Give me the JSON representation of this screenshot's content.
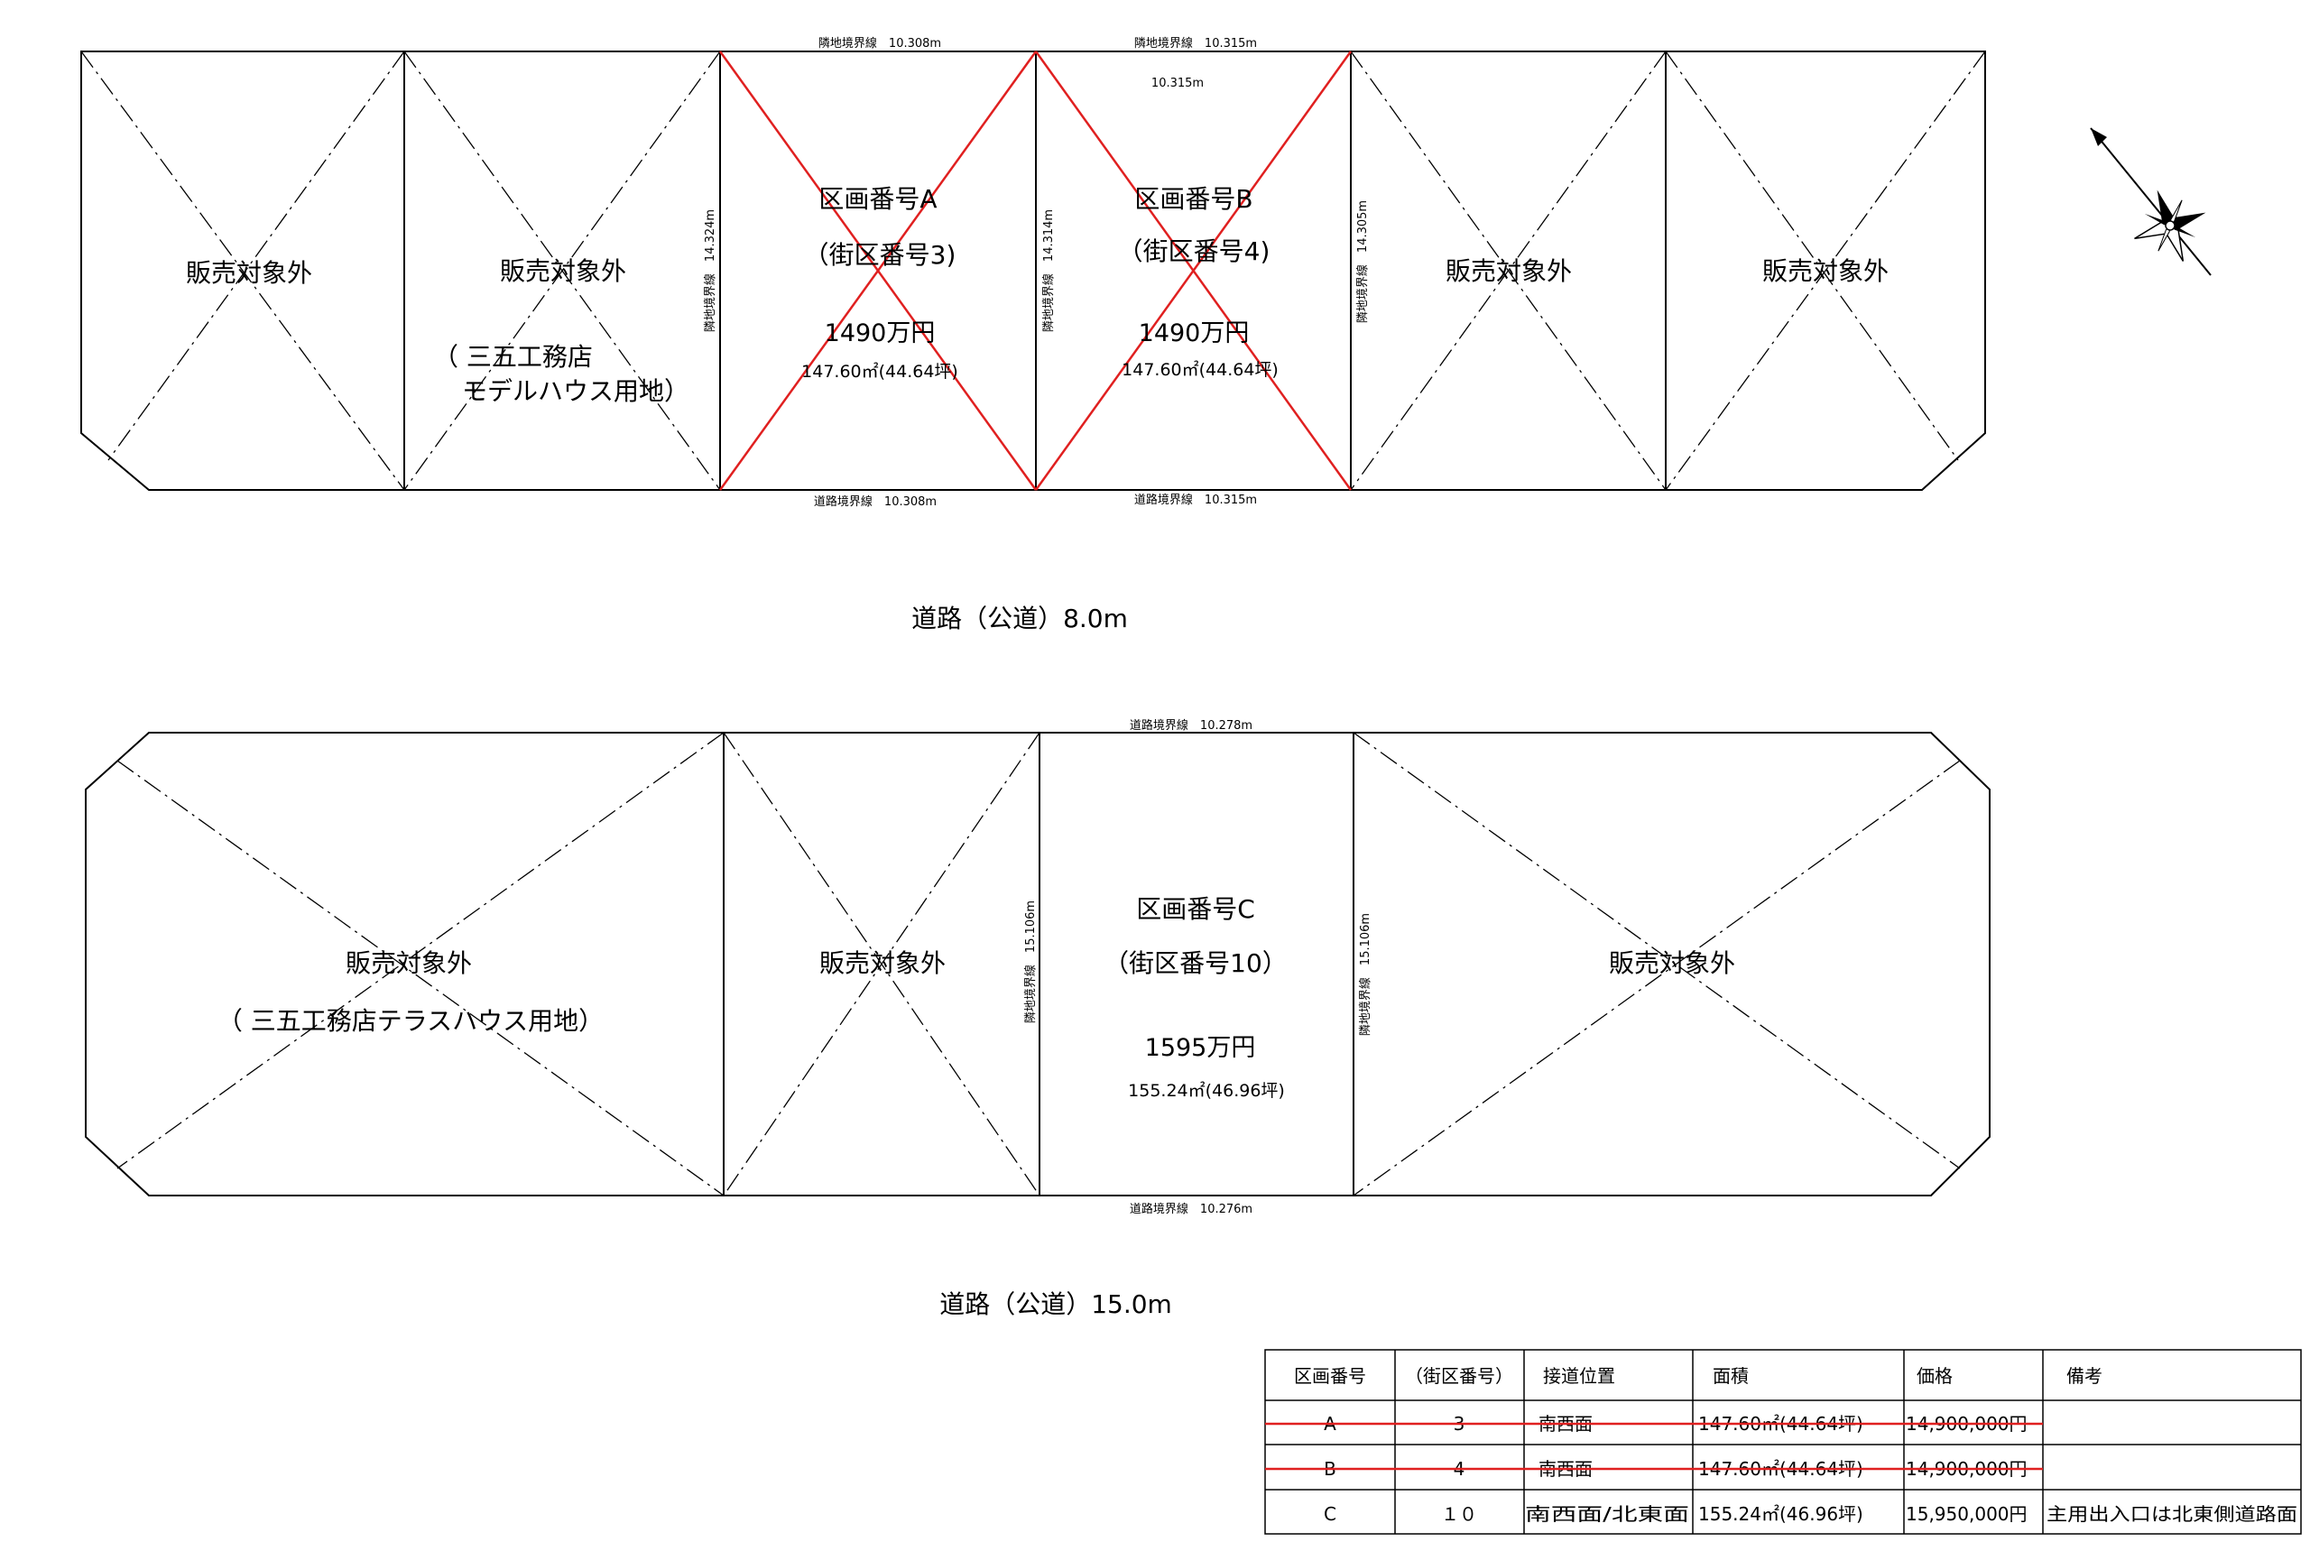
{
  "upper_block": {
    "top_dims": {
      "a": "隣地境界線　10.308m",
      "b": "隣地境界線　10.315m",
      "b_extra": "10.315m"
    },
    "bottom_dims": {
      "a": "道路境界線　10.308m",
      "b": "道路境界線　10.315m"
    },
    "side_dims": {
      "ab": "隣地境界線　14.324m",
      "bb": "隣地境界線　14.314m",
      "bc": "隣地境界線　14.305m"
    },
    "plots": {
      "p1": {
        "name": "販売対象外"
      },
      "p2": {
        "name": "販売対象外",
        "note1": "（ 三五工務店",
        "note2": "モデルハウス用地）"
      },
      "pA": {
        "name": "区画番号A",
        "block": "（街区番号3)",
        "price": "1490万円",
        "area": "147.60㎡(44.64坪)"
      },
      "pB": {
        "name": "区画番号B",
        "block": "（街区番号4)",
        "price": "1490万円",
        "area": "147.60㎡(44.64坪)"
      },
      "p5": {
        "name": "販売対象外"
      },
      "p6": {
        "name": "販売対象外"
      }
    }
  },
  "road_upper": "道路（公道）8.0m",
  "lower_block": {
    "top_dim": "道路境界線　10.278m",
    "bottom_dim": "道路境界線　10.276m",
    "side_dims": {
      "left": "隣地境界線　15.106m",
      "right": "隣地境界線　15.106m"
    },
    "plots": {
      "q1": {
        "name": "販売対象外",
        "note": "（ 三五工務店テラスハウス用地）"
      },
      "q2": {
        "name": "販売対象外"
      },
      "pC": {
        "name": "区画番号C",
        "block": "（街区番号10）",
        "price": "1595万円",
        "area": "155.24㎡(46.96坪)"
      },
      "q4": {
        "name": "販売対象外"
      }
    }
  },
  "road_lower": "道路（公道）15.0m",
  "table": {
    "headers": [
      "区画番号",
      "（街区番号）",
      "接道位置",
      "面積",
      "価格",
      "備考"
    ],
    "rows": [
      {
        "cells": [
          "A",
          "3",
          "南西面",
          "147.60㎡(44.64坪)",
          "14,900,000円",
          ""
        ],
        "sold": true
      },
      {
        "cells": [
          "B",
          "4",
          "南西面",
          "147.60㎡(44.64坪)",
          "14,900,000円",
          ""
        ],
        "sold": true
      },
      {
        "cells": [
          "C",
          "１０",
          "南西面/北東面",
          "155.24㎡(46.96坪)",
          "15,950,000円",
          "主用出入口は北東側道路面"
        ],
        "sold": false
      }
    ]
  },
  "colors": {
    "line": "#000000",
    "sold_cross": "#e02020",
    "background": "#ffffff"
  },
  "icons": {
    "north_arrow": "compass-north-arrow-icon"
  }
}
